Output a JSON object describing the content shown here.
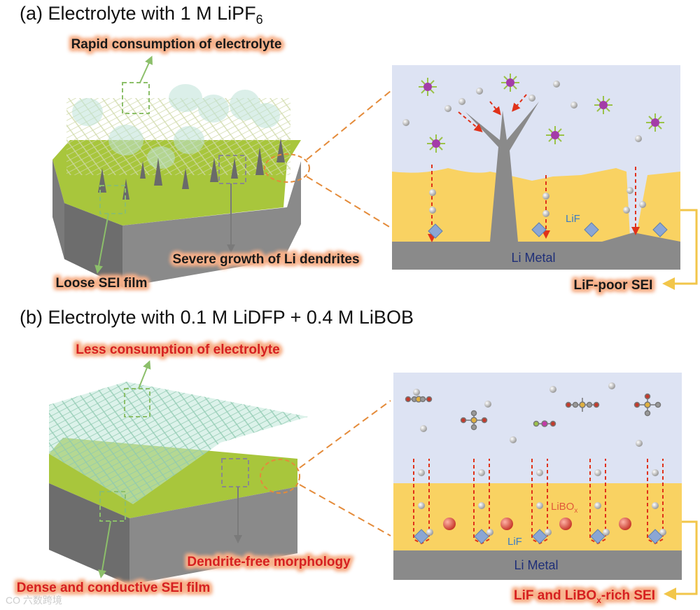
{
  "panel_a": {
    "title_prefix": "(a) Electrolyte with 1 M LiPF",
    "title_sub": "6",
    "labels": {
      "consumption": "Rapid consumption of electrolyte",
      "loose_sei": "Loose SEI film",
      "dendrite_growth": "Severe growth of Li dendrites",
      "sei_result": "LiF-poor SEI"
    },
    "inset": {
      "lif": "LiF",
      "metal": "Li Metal"
    }
  },
  "panel_b": {
    "title": "(b) Electrolyte with 0.1 M LiDFP + 0.4 M LiBOB",
    "labels": {
      "consumption": "Less consumption of electrolyte",
      "dense_sei": "Dense and conductive SEI film",
      "morphology": "Dendrite-free morphology",
      "sei_result_prefix": "LiF and LiBO",
      "sei_result_sub": "x",
      "sei_result_suffix": "-rich SEI"
    },
    "inset": {
      "libox_prefix": "LiBO",
      "libox_sub": "x",
      "lif": "LiF",
      "metal": "Li Metal"
    }
  },
  "watermark": "CO 六数跨境",
  "colors": {
    "label_dark": "#1a1a1a",
    "label_red": "#d62020",
    "label_glow": "#f7b089",
    "electrolyte_bg": "#dde3f3",
    "sei_yellow": "#f9d262",
    "li_metal": "#8a8a8a",
    "substrate_green": "#a8c63c",
    "leader_orange": "#e48b3a",
    "bracket_yellow": "#f2c64a",
    "arrow_green": "#8cbf6a",
    "arrow_gray": "#7a7a7a"
  }
}
